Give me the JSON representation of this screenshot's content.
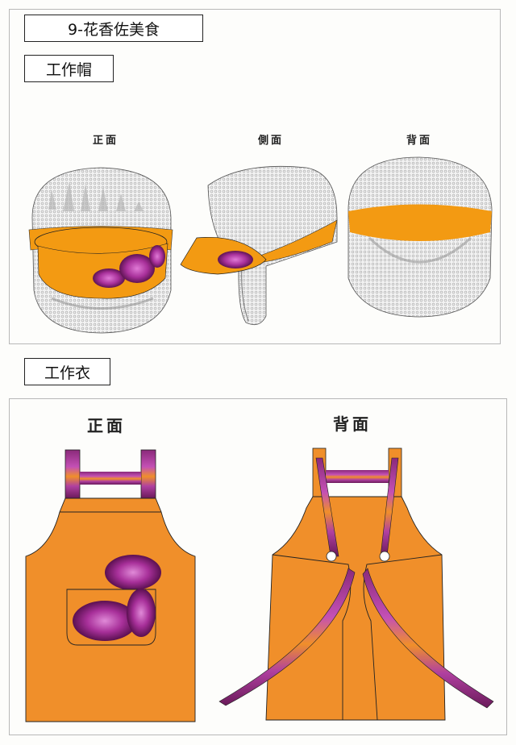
{
  "document": {
    "title": "9-花香佐美食",
    "sections": [
      {
        "heading": "工作帽",
        "views": [
          {
            "label": "正面"
          },
          {
            "label": "側面"
          },
          {
            "label": "背面"
          }
        ]
      },
      {
        "heading": "工作衣",
        "views": [
          {
            "label": "正面"
          },
          {
            "label": "背面"
          }
        ]
      }
    ]
  },
  "colors": {
    "orange": "#f39a12",
    "apron_orange": "#f08f2a",
    "flower_purple": "#a8309a",
    "mesh_gray": "#d9d9d9",
    "outline": "#222222",
    "frame_border": "#b8b8b8"
  }
}
